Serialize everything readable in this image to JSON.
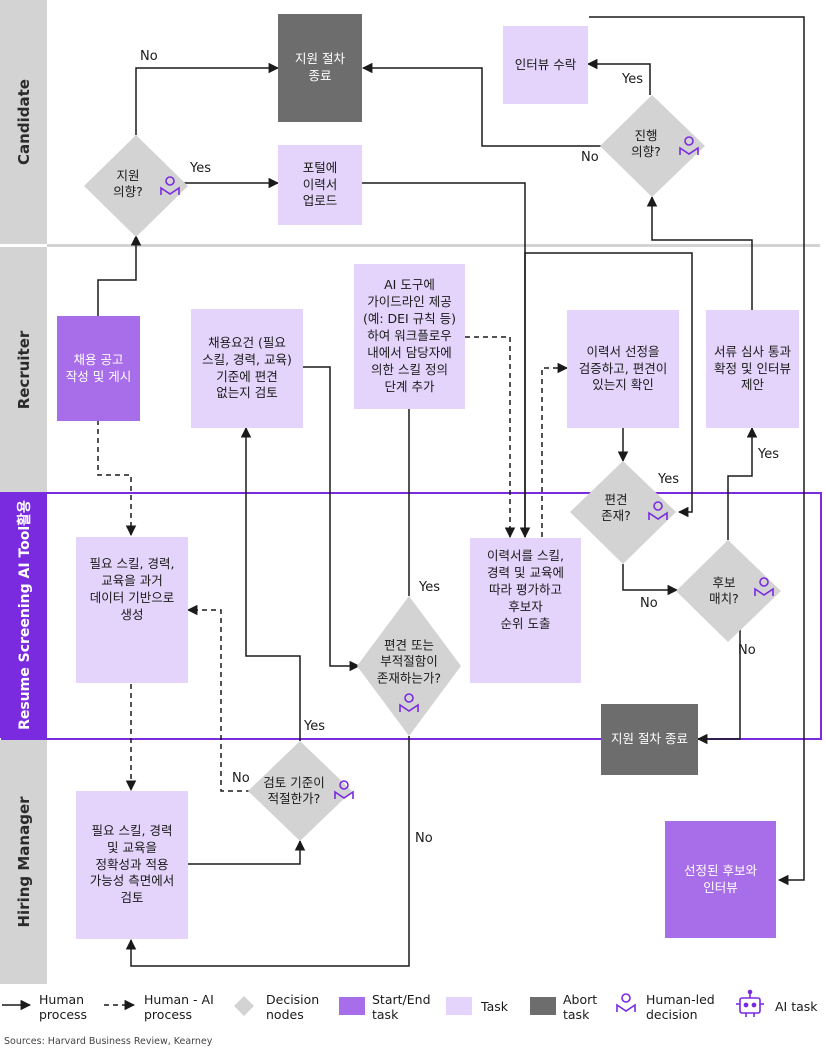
{
  "lanes": {
    "candidate": "Candidate",
    "recruiter": "Recruiter",
    "ai": "Resume Screening AI Tool활용",
    "hiring": "Hiring Manager"
  },
  "nodes": {
    "abort_top": "지원 절차\n종료",
    "accept_interview": "인터뷰 수락",
    "upload": "포털에\n이력서\n업로드",
    "post_job": "채용 공고\n작성 및 게시",
    "review_requirements": "채용요건 (필요\n스킬, 경력, 교육)\n기준에 편견\n없는지 검토",
    "ai_guideline": "AI 도구에\n가이드라인 제공\n(예: DEI 규칙 등)\n하여 워크플로우\n내에서 담당자에\n의한 스킬 정의\n단계 추가",
    "verify_selection": "이력서 선정을\n검증하고, 편견이\n있는지 확인",
    "propose_interview": "서류 심사 통과\n확정 및 인터뷰\n제안",
    "ai_generate": "필요 스킬, 경력,\n교육을 과거\n데이터 기반으로\n생성",
    "ai_evaluate": "이력서를 스킬,\n경력 및 교육에\n따라 평가하고\n후보자\n순위 도출",
    "abort_ai": "지원 절차 종료",
    "hm_review": "필요 스킬, 경력\n및 교육을\n정확성과 적용\n가능성 측면에서\n검토",
    "final_interview": "선정된 후보와\n인터뷰"
  },
  "decisions": {
    "apply_intent": "지원\n의향?",
    "proceed_intent": "진행\n의향?",
    "bias_exists": "편견\n존재?",
    "candidate_match": "후보\n매치?",
    "bias_or_unfit": "편견 또는\n부적절함이\n존재하는가?",
    "criteria_fit": "검토 기준이\n적절한가?"
  },
  "edges": {
    "no": "No",
    "yes": "Yes"
  },
  "legend": {
    "human_process": "Human\nprocess",
    "human_ai_process": "Human - AI\nprocess",
    "decision_nodes": "Decision\nnodes",
    "start_end": "Start/End\ntask",
    "task": "Task",
    "abort": "Abort\ntask",
    "human_led": "Human-led\ndecision",
    "ai_task": "AI task"
  },
  "source": "Sources: Harvard Business Review, Kearney",
  "colors": {
    "task": "#e4d4fb",
    "start_end": "#a86de9",
    "abort": "#6d6d6d",
    "decision": "#d3d3d3",
    "accent": "#7a2be0",
    "lane": "#d3d3d3"
  }
}
